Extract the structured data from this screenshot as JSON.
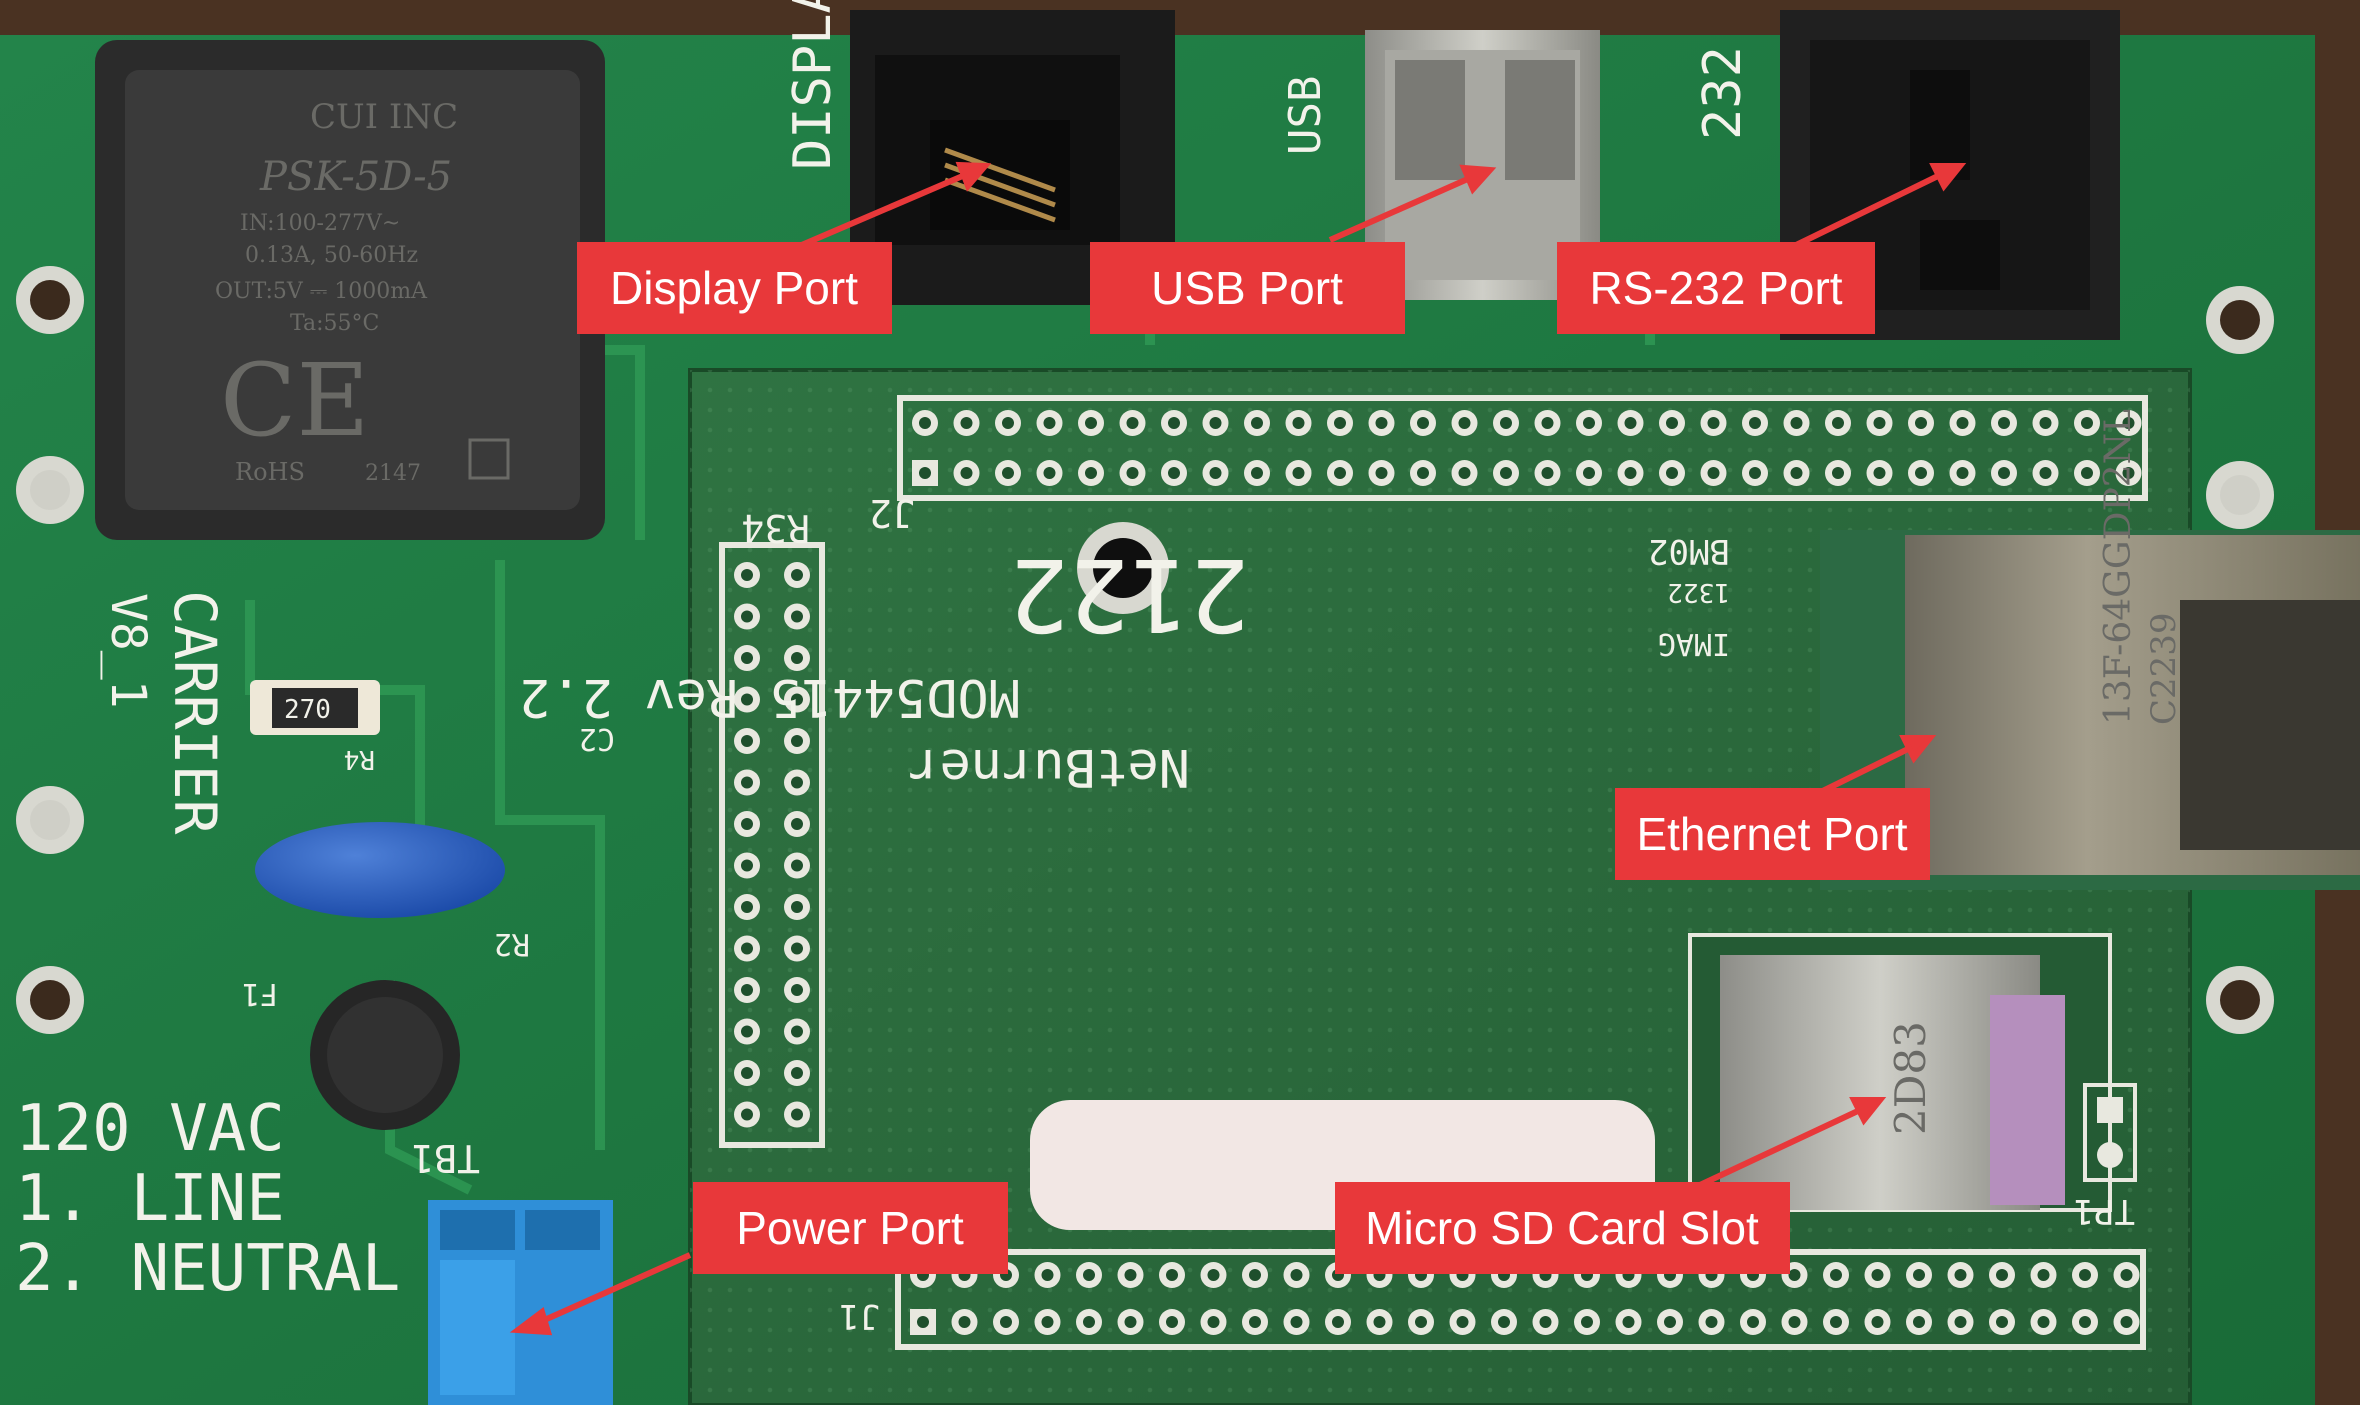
{
  "callouts": {
    "display_port": "Display Port",
    "usb_port": "USB Port",
    "rs232_port": "RS-232 Port",
    "ethernet_port": "Ethernet Port",
    "power_port": "Power Port",
    "micro_sd": "Micro SD Card Slot"
  },
  "silkscreen": {
    "voltage": "120 VAC",
    "line": "1. LINE",
    "neutral": "2. NEUTRAL",
    "tb1": "TB1",
    "f1": "F1",
    "r2": "R2",
    "r4": "R4",
    "c2": "C2",
    "carrier": "CARRIER",
    "version": "V8_1",
    "display": "DISPLAY",
    "usb": "USB",
    "rs232": "232",
    "module": "NetBurner",
    "model": "MOD54415 Rev 2.2",
    "j1": "J1",
    "j2": "J2",
    "r34": "R34",
    "tp1": "TP1",
    "bm02": "BM02",
    "imag": "IMAG",
    "date_code": "1322",
    "handwritten": "2122",
    "resistor_value": "270"
  },
  "chip_markings": {
    "psu_brand": "CUI INC",
    "psu_model": "PSK-5D-5",
    "psu_in": "IN:100-277V~",
    "psu_amp": "0.13A, 50-60Hz",
    "psu_out": "OUT:5V ⎓ 1000mA",
    "psu_ta": "Ta:55°C",
    "psu_ce": "CE",
    "psu_rohs": "RoHS",
    "psu_date": "2147",
    "rj45_part": "13F-64GGDP2NL",
    "rj45_code": "C2239",
    "sd_code": "2D83"
  },
  "colors": {
    "pcb_main": "#1f7a3f",
    "pcb_module": "#2d6a3d",
    "label_red": "#e8383a",
    "silkscreen": "#f2f2ea"
  }
}
